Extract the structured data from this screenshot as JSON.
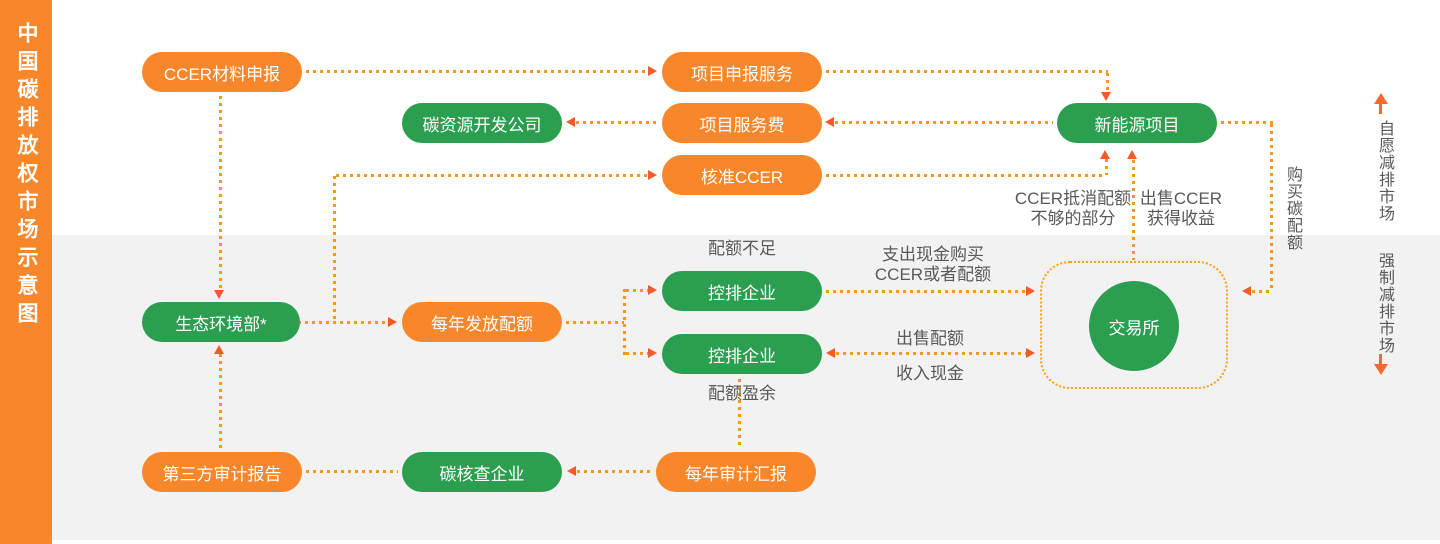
{
  "sidebar": {
    "title": "中国碳排放权市场示意图"
  },
  "nodes": {
    "ccer_material": "CCER材料申报",
    "project_apply": "项目申报服务",
    "carbon_dev_co": "碳资源开发公司",
    "project_fee": "项目服务费",
    "new_energy": "新能源项目",
    "approve_ccer": "核准CCER",
    "moee": "生态环境部*",
    "annual_quota": "每年发放配额",
    "emitter_short": "控排企业",
    "emitter_surplus": "控排企业",
    "third_party_report": "第三方审计报告",
    "carbon_verifier": "碳核查企业",
    "annual_audit": "每年审计汇报",
    "exchange": "交易所"
  },
  "flow_labels": {
    "quota_short": "配额不足",
    "quota_surplus": "配额盈余",
    "pay_cash_line1": "支出现金购买",
    "pay_cash_line2": "CCER或者配额",
    "sell_quota": "出售配额",
    "receive_cash": "收入现金",
    "ccer_offset_line1": "CCER抵消配额",
    "ccer_offset_line2": "不够的部分",
    "sell_ccer_line1": "出售CCER",
    "sell_ccer_line2": "获得收益",
    "buy_quota": "购买碳配额"
  },
  "side_labels": {
    "voluntary": "自愿减排市场",
    "mandatory": "强制减排市场"
  },
  "colors": {
    "orange_pill": "#f8862b",
    "green_pill": "#2b9e50",
    "line_dots": "#f9971d",
    "arrowhead": "#f15a29",
    "label_text": "#58595b",
    "bottom_band": "#f2f2f3",
    "sidebar": "#f8862b"
  }
}
